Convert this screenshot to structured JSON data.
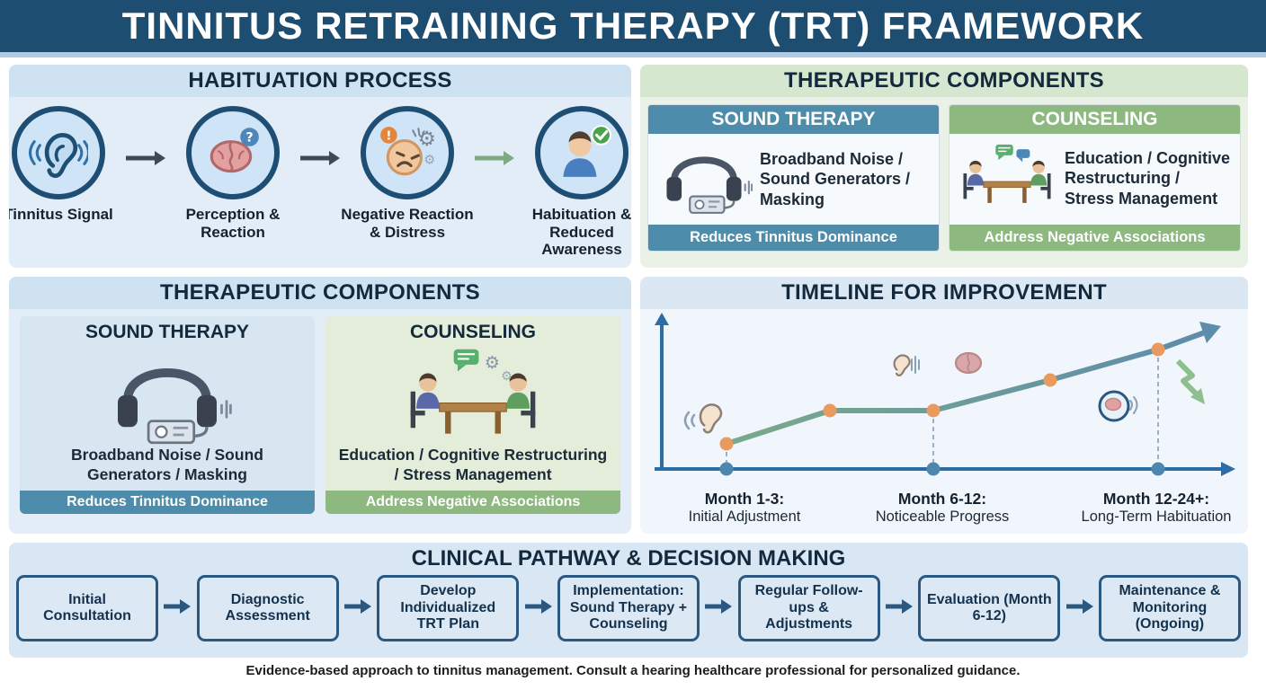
{
  "header": {
    "title": "TINNITUS RETRAINING THERAPY (TRT) FRAMEWORK"
  },
  "habituation": {
    "title": "HABITUATION PROCESS",
    "steps": [
      {
        "label": "Tinnitus Signal",
        "icon": "ear-icon"
      },
      {
        "label": "Perception & Reaction",
        "icon": "brain-question-icon"
      },
      {
        "label": "Negative Reaction & Distress",
        "icon": "distress-gears-icon"
      },
      {
        "label": "Habituation & Reduced Awareness",
        "icon": "person-check-icon"
      }
    ]
  },
  "therapeutic_top": {
    "title": "THERAPEUTIC COMPONENTS",
    "sound": {
      "header": "SOUND THERAPY",
      "body": "Broadband Noise / Sound Generators / Masking",
      "footer": "Reduces Tinnitus Dominance"
    },
    "counseling": {
      "header": "COUNSELING",
      "body": "Education / Cognitive Restructuring / Stress Management",
      "footer": "Address Negative Associations"
    }
  },
  "therapeutic_mid": {
    "title": "THERAPEUTIC COMPONENTS",
    "sound": {
      "header": "SOUND THERAPY",
      "body": "Broadband Noise / Sound Generators / Masking",
      "footer": "Reduces Tinnitus Dominance"
    },
    "counseling": {
      "header": "COUNSELING",
      "body": "Education / Cognitive Restructuring / Stress Management",
      "footer": "Address Negative Associations"
    }
  },
  "timeline": {
    "title": "TIMELINE FOR IMPROVEMENT",
    "milestones": [
      {
        "title": "Month 1-3:",
        "desc": "Initial Adjustment"
      },
      {
        "title": "Month 6-12:",
        "desc": "Noticeable Progress"
      },
      {
        "title": "Month 12-24+:",
        "desc": "Long-Term Habituation"
      }
    ]
  },
  "pathway": {
    "title": "CLINICAL PATHWAY & DECISION MAKING",
    "steps": [
      "Initial Consultation",
      "Diagnostic Assessment",
      "Develop Individualized TRT Plan",
      "Implementation: Sound Therapy + Counseling",
      "Regular Follow-ups & Adjustments",
      "Evaluation (Month 6-12)",
      "Maintenance & Monitoring (Ongoing)"
    ]
  },
  "footer": {
    "note": "Evidence-based approach to tinnitus management. Consult a hearing healthcare professional for personalized guidance."
  },
  "colors": {
    "banner_bg": "#1d4d70",
    "sound_accent": "#4d8caa",
    "counseling_accent": "#8db980",
    "orange_dot": "#e89a5f",
    "axis_blue": "#2e6da4",
    "pathway_border": "#2a5880"
  }
}
